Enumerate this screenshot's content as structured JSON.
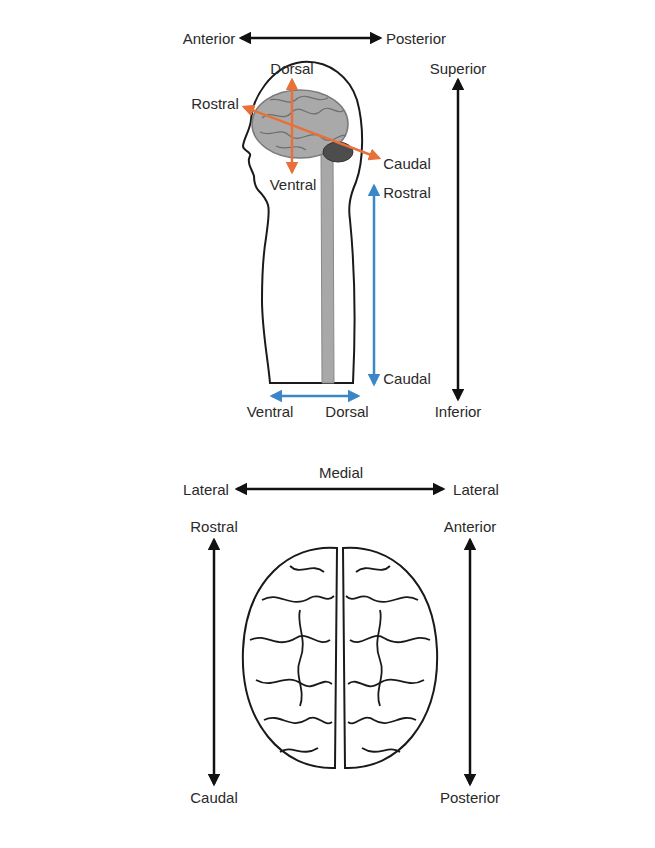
{
  "diagram": {
    "labels": [
      "Anterior",
      "Posterior",
      "Dorsal",
      "Superior",
      "Rostral",
      "Caudal",
      "Ventral",
      "Rostral",
      "Caudal",
      "Ventral",
      "Dorsal",
      "Inferior",
      "Medial",
      "Lateral",
      "Lateral",
      "Rostral",
      "Anterior",
      "Caudal",
      "Posterior"
    ]
  }
}
